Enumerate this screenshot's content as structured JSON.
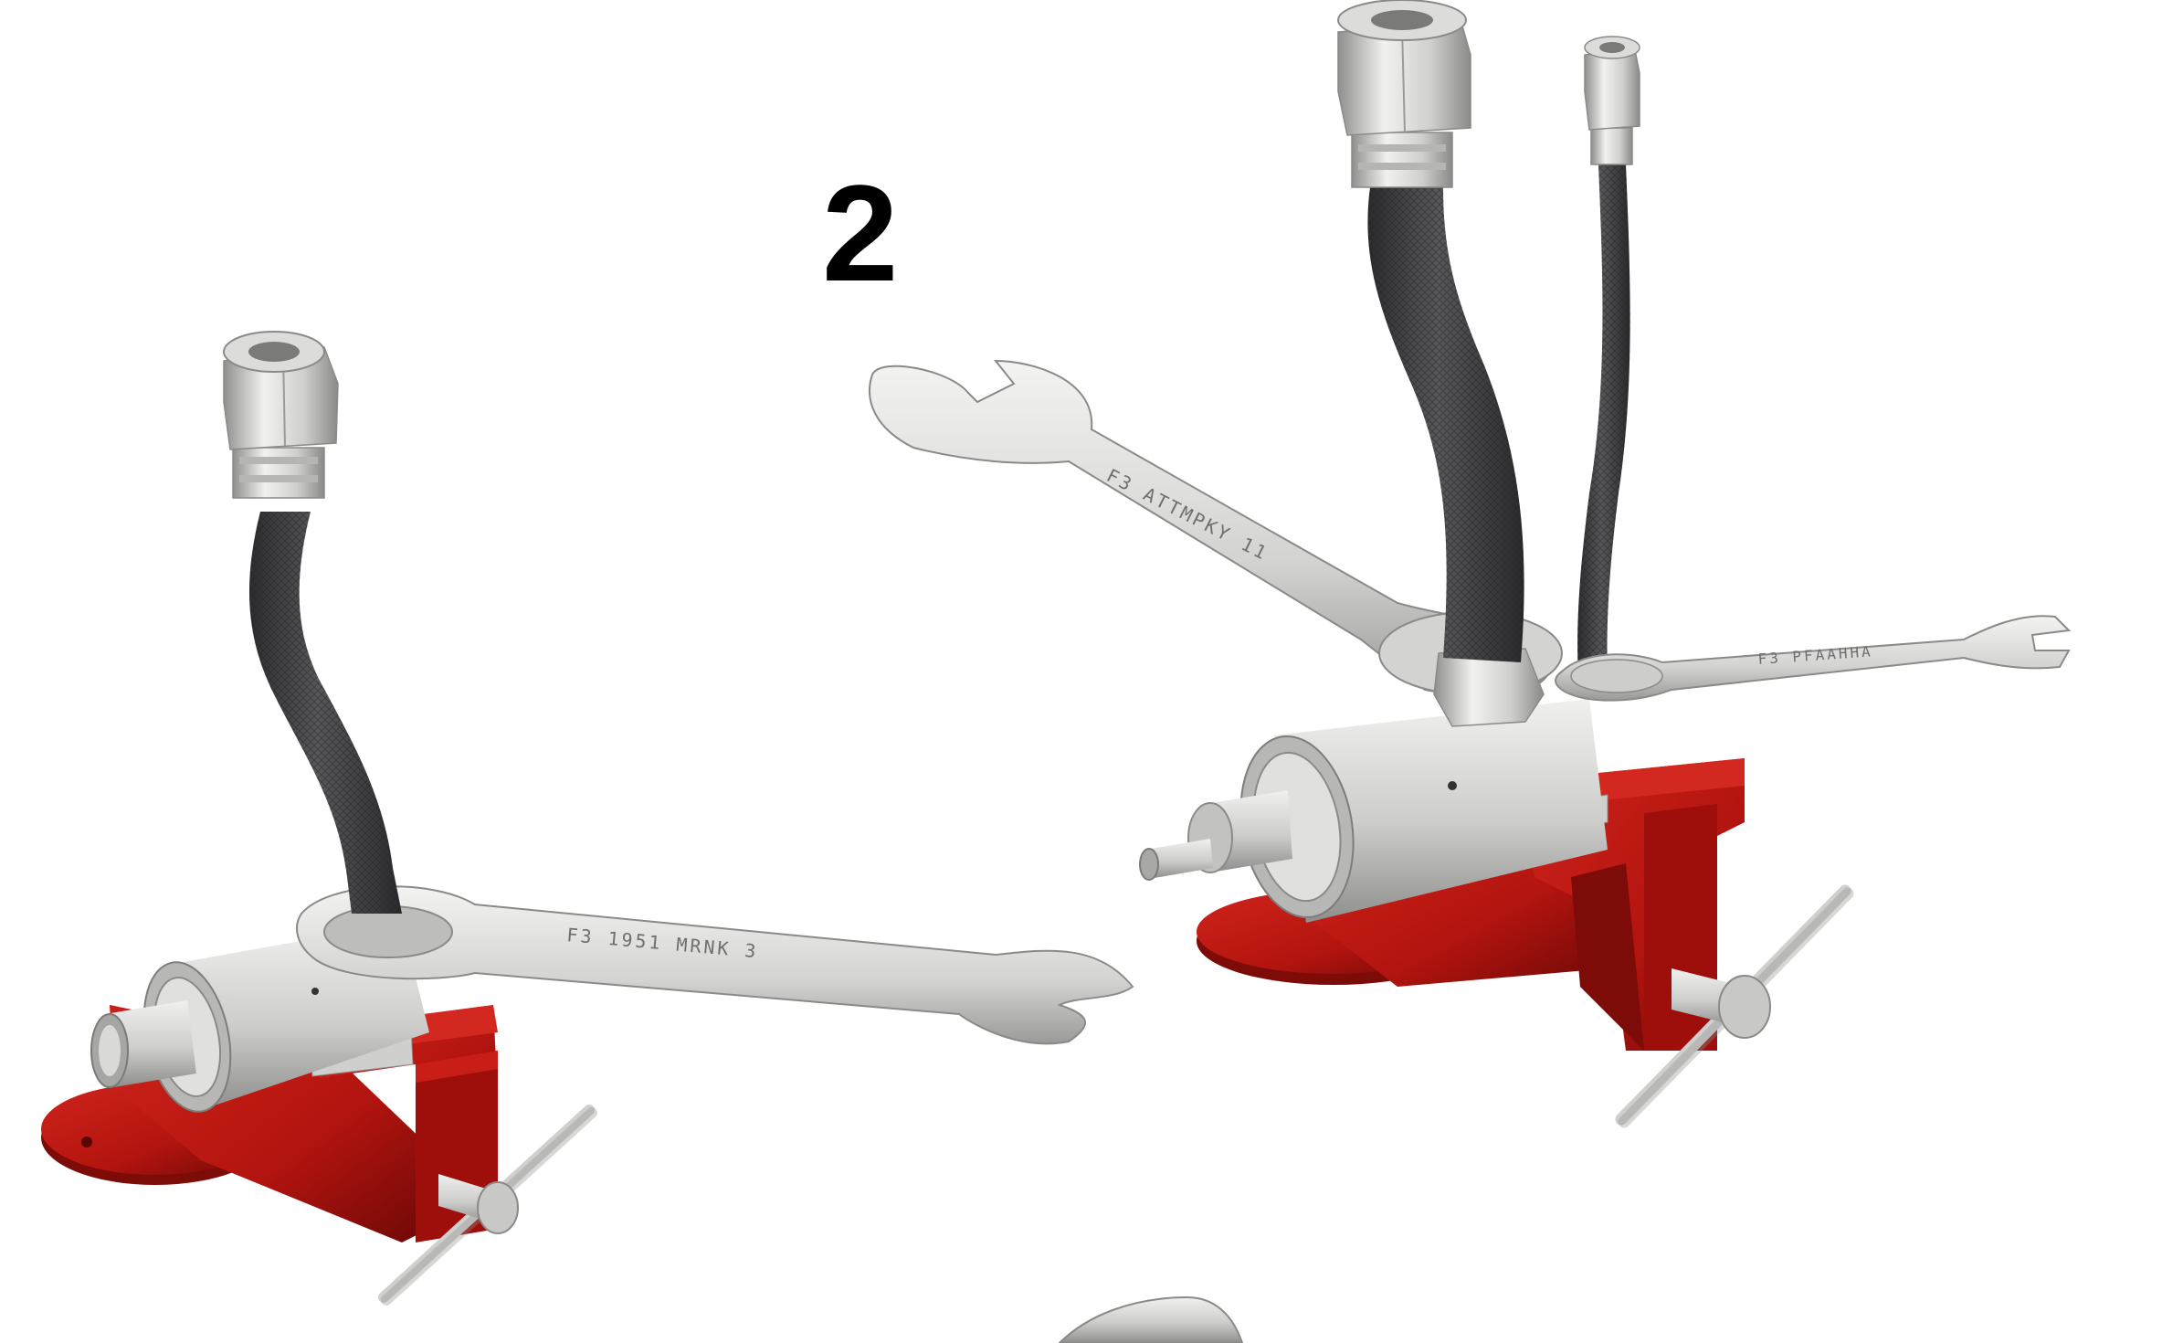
{
  "figure": {
    "step_number": "2",
    "wrench_markings": {
      "left_wrench": "F3 1951 MRNK 3",
      "right_wrench_large": "F3 ATTMPKY 11",
      "right_wrench_small": "F3 PFAAHHA"
    }
  },
  "colors": {
    "vise_red": "#b3140f",
    "vise_red_dark": "#7d0b08",
    "hose_dark": "#3b3b3d",
    "metal_light": "#e6e6e4",
    "metal_mid": "#c4c4c2",
    "metal_dark": "#8f8f8d",
    "text": "#000000"
  },
  "icons": {
    "vise": "bench-vise",
    "wrench": "open-end-wrench",
    "hose": "braided-hose-assembly",
    "fitting": "hex-nut-fitting",
    "bearing": "bearing-housing"
  }
}
